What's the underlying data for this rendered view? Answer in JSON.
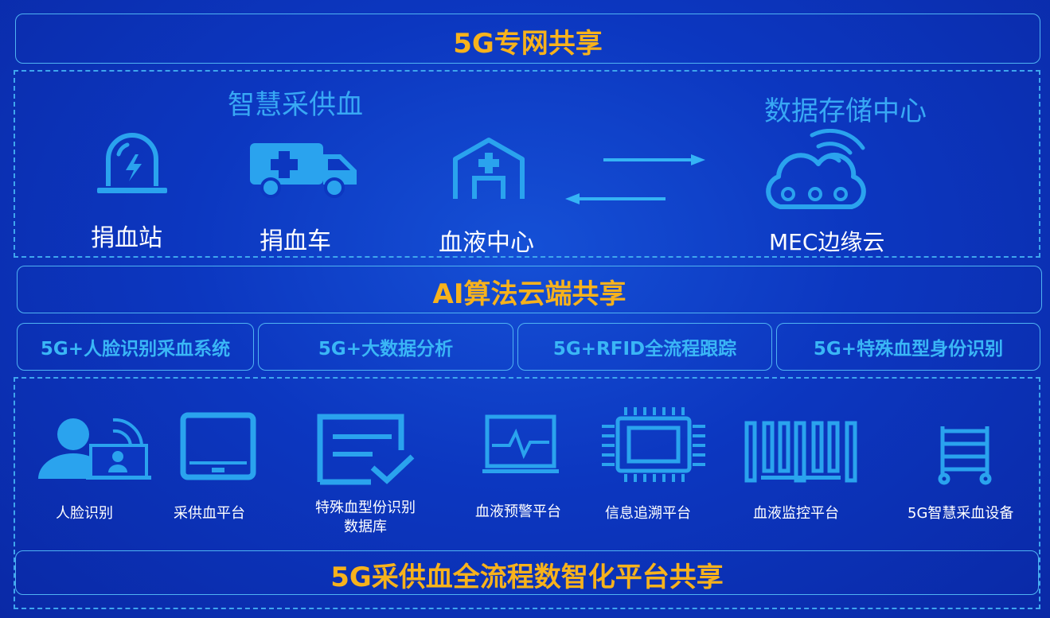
{
  "top_banner": {
    "title": "5G专网共享"
  },
  "upper_section": {
    "left_title": "智慧采供血",
    "right_title": "数据存储中心",
    "nodes": [
      {
        "label": "捐血站",
        "icon": "lightning-bell-icon"
      },
      {
        "label": "捐血车",
        "icon": "ambulance-icon"
      },
      {
        "label": "血液中心",
        "icon": "hospital-icon"
      },
      {
        "label": "MEC边缘云",
        "icon": "cloud-wireless-icon"
      }
    ],
    "arrows": [
      "arrow-right-icon",
      "arrow-left-icon"
    ]
  },
  "middle_banner": {
    "title": "AI算法云端共享"
  },
  "tabs": [
    "5G+人脸识别采血系统",
    "5G+大数据分析",
    "5G+RFID全流程跟踪",
    "5G+特殊血型身份识别"
  ],
  "systems": [
    {
      "label": "人脸识别",
      "icon": "face-recognition-icon"
    },
    {
      "label": "采供血平台",
      "icon": "tablet-icon"
    },
    {
      "label": "特殊血型份识别",
      "label2": "数据库",
      "icon": "document-check-icon"
    },
    {
      "label": "血液预警平台",
      "icon": "monitor-pulse-icon"
    },
    {
      "label": "信息追溯平台",
      "icon": "chip-icon"
    },
    {
      "label": "血液监控平台",
      "icon": "barcode-icon"
    },
    {
      "label": "5G智慧采血设备",
      "icon": "cart-rack-icon"
    }
  ],
  "bottom_banner": {
    "title": "5G采供血全流程数智化平台共享"
  },
  "colors": {
    "background": "#0c37c0",
    "accent_title": "#f7b21c",
    "line": "#4fb3f2",
    "section_title": "#38a8f4",
    "icon": "#2aa3ee"
  }
}
